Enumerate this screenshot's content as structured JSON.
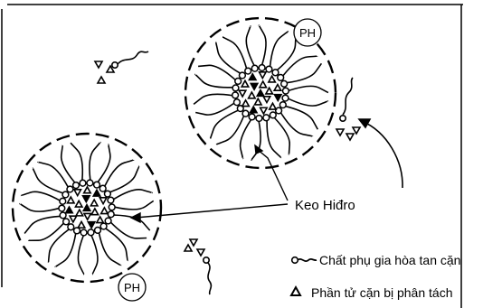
{
  "micelle_top": {
    "badge": "PH"
  },
  "micelle_bottom": {
    "badge": "PH"
  },
  "callout": {
    "label": "Keo Hiđro"
  },
  "legend": {
    "additive_label": "Chất phụ gia hòa tan cặn",
    "particle_label": "Phần tử cặn bị phân tách"
  }
}
